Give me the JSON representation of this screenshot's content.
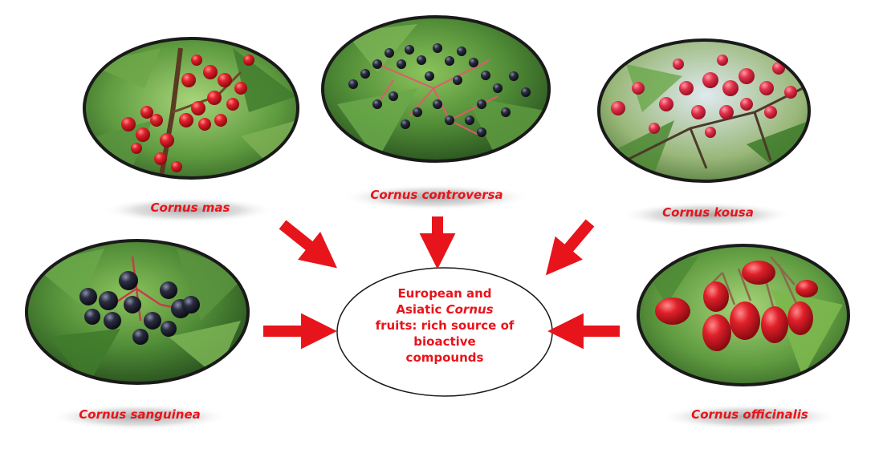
{
  "species": [
    {
      "id": "mas",
      "label": "Cornus mas",
      "fruit_color": "#d01822"
    },
    {
      "id": "controversa",
      "label": "Cornus controversa",
      "fruit_color": "#1f2440"
    },
    {
      "id": "kousa",
      "label": "Cornus kousa",
      "fruit_color": "#d8243a"
    },
    {
      "id": "sanguinea",
      "label": "Cornus sanguinea",
      "fruit_color": "#1b1d24"
    },
    {
      "id": "officinalis",
      "label": "Cornus officinalis",
      "fruit_color": "#d8141b"
    }
  ],
  "center": {
    "line1": "European and",
    "line2_a": "Asiatic ",
    "line2_b": "Cornus",
    "line3": "fruits: rich source of",
    "line4": "bioactive",
    "line5": "compounds"
  },
  "colors": {
    "label": "#e8141b",
    "arrow": "#e8141b",
    "leaf": "#4f8a36",
    "frame": "#1a1a1a"
  }
}
